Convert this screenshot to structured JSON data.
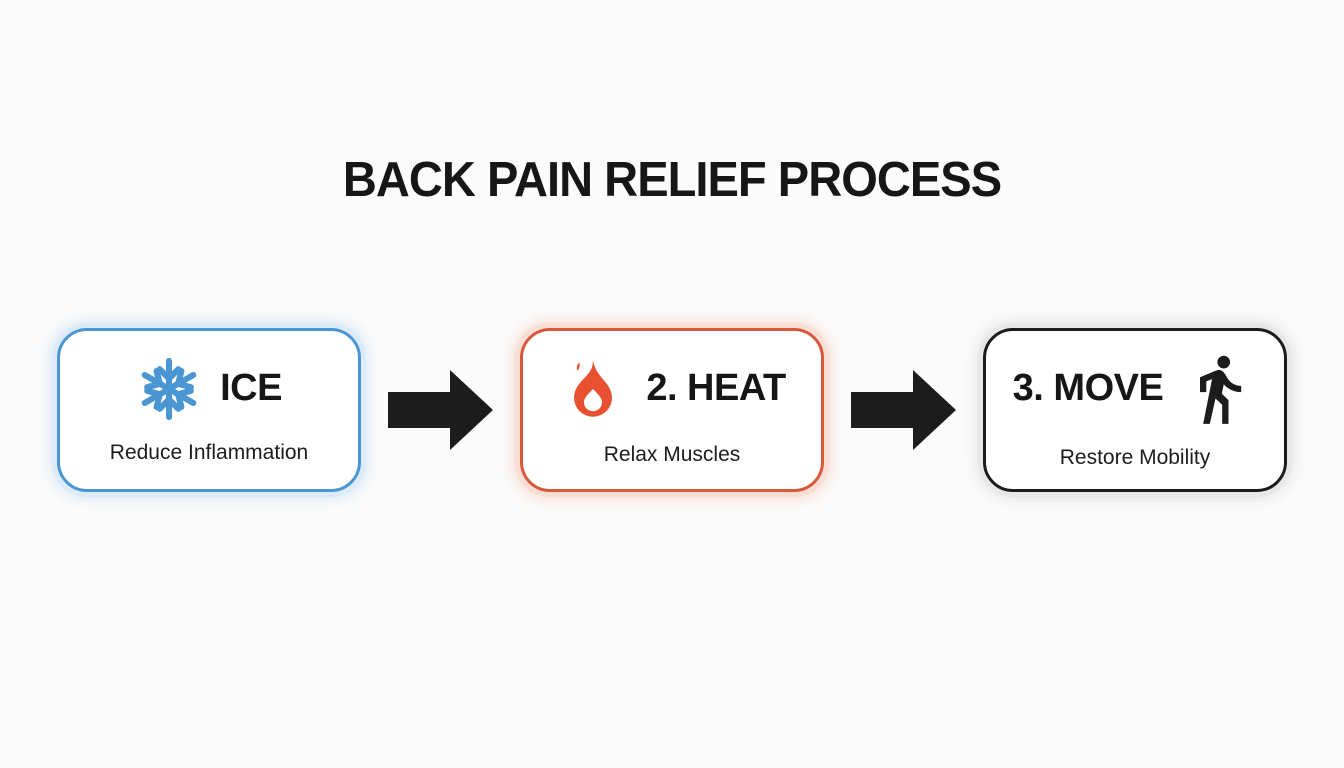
{
  "title": "BACK PAIN RELIEF PROCESS",
  "steps": [
    {
      "label": "ICE",
      "description": "Reduce Inflammation",
      "icon": "snowflake-icon",
      "icon_position": "left",
      "accent": "#4a96d2",
      "glow": "#dcebf7",
      "icon_color": "#4a96d2"
    },
    {
      "label": "2. HEAT",
      "description": "Relax Muscles",
      "icon": "flame-icon",
      "icon_position": "left",
      "accent": "#d8583c",
      "glow": "#f8ded4",
      "icon_color": "#e8502f"
    },
    {
      "label": "3. MOVE",
      "description": "Restore Mobility",
      "icon": "walking-person-icon",
      "icon_position": "right",
      "accent": "#1c1c1c",
      "glow": "#e8e8e8",
      "icon_color": "#1c1c1c"
    }
  ],
  "arrow": {
    "icon": "arrow-right-icon",
    "color": "#1c1c1c"
  },
  "colors": {
    "background": "#fbfbfb",
    "card_background": "#ffffff",
    "title_text": "#161616",
    "body_text": "#1d1d1d"
  }
}
